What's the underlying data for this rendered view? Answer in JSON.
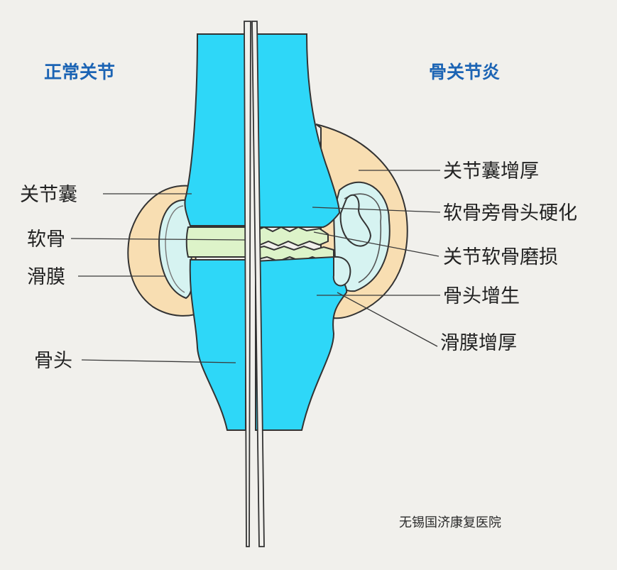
{
  "headings": {
    "normal": "正常关节",
    "arthritis": "骨关节炎"
  },
  "labels_left": {
    "capsule": "关节囊",
    "cartilage": "软骨",
    "synovium": "滑膜",
    "bone": "骨头"
  },
  "labels_right": {
    "capsule_thickening": "关节囊增厚",
    "subchondral_sclerosis": "软骨旁骨头硬化",
    "cartilage_wear": "关节软骨磨损",
    "osteophyte": "骨头增生",
    "synovium_thickening": "滑膜增厚"
  },
  "credit": "无锡国济康复医院",
  "colors": {
    "background": "#f1f0ec",
    "bone": "#2ed7f8",
    "cartilage": "#ddf3c9",
    "synovial_fluid": "#d6f3f1",
    "capsule": "#f8deb2",
    "heading": "#1c64b4"
  }
}
